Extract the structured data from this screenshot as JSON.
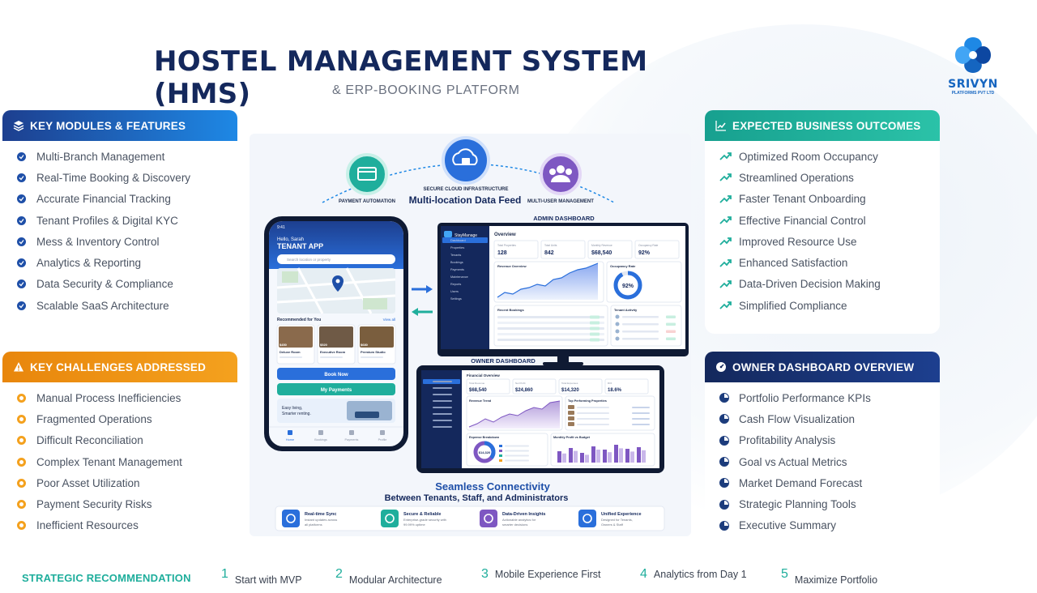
{
  "header": {
    "title": "HOSTEL MANAGEMENT SYSTEM (HMS)",
    "subtitle": "& ERP-BOOKING PLATFORM"
  },
  "logo": {
    "name": "SRIVYN",
    "tagline": "PLATFORMS PVT LTD"
  },
  "colors": {
    "navy": "#14285c",
    "blue": "#1e88e5",
    "orange": "#f4a11e",
    "teal": "#1fae9c",
    "dark_navy": "#1c3c7c"
  },
  "key_modules": {
    "title": "KEY MODULES & FEATURES",
    "icon": "layers-icon",
    "items": [
      "Multi-Branch Management",
      "Real-Time Booking & Discovery",
      "Accurate Financial Tracking",
      "Tenant Profiles & Digital KYC",
      "Mess & Inventory Control",
      "Analytics & Reporting",
      "Data Security & Compliance",
      "Scalable SaaS Architecture"
    ]
  },
  "key_challenges": {
    "title": "KEY CHALLENGES ADDRESSED",
    "icon": "warning-icon",
    "items": [
      "Manual Process Inefficiencies",
      "Fragmented Operations",
      "Difficult Reconciliation",
      "Complex Tenant Management",
      "Poor Asset Utilization",
      "Payment Security Risks",
      "Inefficient Resources"
    ]
  },
  "business_outcomes": {
    "title": "EXPECTED BUSINESS OUTCOMES",
    "icon": "chart-line-icon",
    "items": [
      "Optimized Room Occupancy",
      "Streamlined Operations",
      "Faster Tenant Onboarding",
      "Effective Financial Control",
      "Improved Resource Use",
      "Enhanced Satisfaction",
      "Data-Driven Decision Making",
      "Simplified Compliance"
    ]
  },
  "owner_dashboard": {
    "title": "OWNER DASHBOARD OVERVIEW",
    "icon": "gauge-icon",
    "items": [
      "Portfolio Performance KPIs",
      "Cash Flow Visualization",
      "Profitability Analysis",
      "Goal vs Actual Metrics",
      "Market Demand Forecast",
      "Strategic Planning Tools",
      "Executive Summary"
    ]
  },
  "mockup": {
    "top_icons": [
      {
        "label": "PAYMENT AUTOMATION",
        "icon": "payment-card-icon"
      },
      {
        "label": "SECURE CLOUD INFRASTRUCTURE",
        "icon": "cloud-lock-icon"
      },
      {
        "label": "MULTI-USER MANAGEMENT",
        "icon": "users-icon"
      }
    ],
    "feed_title": "Multi-location Data Feed",
    "admin_label": "ADMIN DASHBOARD",
    "owner_label": "OWNER DASHBOARD",
    "phone": {
      "time": "9:41",
      "greeting": "Hello, Sarah",
      "app_title": "TENANT APP",
      "search_placeholder": "Search location or property",
      "recommended": "Recommended for You",
      "view_all": "View all",
      "rooms": [
        {
          "name": "Deluxe Room",
          "price": "$450"
        },
        {
          "name": "Executive Room",
          "price": "$520"
        },
        {
          "name": "Premium Studio",
          "price": "$680"
        }
      ],
      "book_now": "Book Now",
      "my_payments": "My Payments",
      "promo": "Easy living, Smarter renting.",
      "nav": [
        "Home",
        "Bookings",
        "Payments",
        "Profile"
      ]
    },
    "admin": {
      "brand": "StayManage",
      "overview": "Overview",
      "sidebar": [
        "Dashboard",
        "Properties",
        "Tenants",
        "Bookings",
        "Payments",
        "Maintenance",
        "Reports",
        "Users",
        "Settings"
      ],
      "kpis": [
        {
          "label": "Total Properties",
          "value": "128"
        },
        {
          "label": "Total Units",
          "value": "842"
        },
        {
          "label": "Monthly Revenue",
          "value": "$68,540"
        },
        {
          "label": "Occupancy Rate",
          "value": "92%"
        }
      ],
      "revenue_title": "Revenue Overview",
      "occupancy_title": "Occupancy Rate",
      "occupancy_value": "92%",
      "recent_bookings": "Recent Bookings",
      "tenant_activity": "Tenant Activity"
    },
    "owner": {
      "overview": "Financial Overview",
      "kpis": [
        {
          "label": "Total Revenue",
          "value": "$68,540"
        },
        {
          "label": "Net Profit",
          "value": "$24,860"
        },
        {
          "label": "Total Expenses",
          "value": "$14,320"
        },
        {
          "label": "ROI",
          "value": "18.6%"
        }
      ],
      "revenue_trend": "Revenue Trend",
      "top_properties": "Top Performing Properties",
      "expense_breakdown": "Expense Breakdown",
      "expense_total": "$14,320",
      "monthly_profit": "Monthly Profit vs Budget"
    },
    "connectivity_title": "Seamless Connectivity",
    "connectivity_sub": "Between Tenants, Staff, and Administrators",
    "features": [
      {
        "title": "Real-time Sync",
        "desc": "Instant updates across all platforms",
        "icon": "sync-icon",
        "color": "#2a6fdb"
      },
      {
        "title": "Secure & Reliable",
        "desc": "Enterprise-grade security with 99.99% uptime",
        "icon": "shield-icon",
        "color": "#1fae9c"
      },
      {
        "title": "Data-Driven Insights",
        "desc": "Actionable analytics for smarter decisions",
        "icon": "bar-chart-icon",
        "color": "#7e57c2"
      },
      {
        "title": "Unified Experience",
        "desc": "Designed for Tenants, Owners & Staff",
        "icon": "globe-icon",
        "color": "#2a6fdb"
      }
    ]
  },
  "strategy": {
    "label": "STRATEGIC RECOMMENDATION",
    "steps": [
      {
        "num": "1",
        "text": "Start with MVP"
      },
      {
        "num": "2",
        "text": "Modular Architecture"
      },
      {
        "num": "3",
        "text": "Mobile Experience First"
      },
      {
        "num": "4",
        "text": "Analytics from Day 1"
      },
      {
        "num": "5",
        "text": "Maximize Portfolio"
      }
    ]
  }
}
